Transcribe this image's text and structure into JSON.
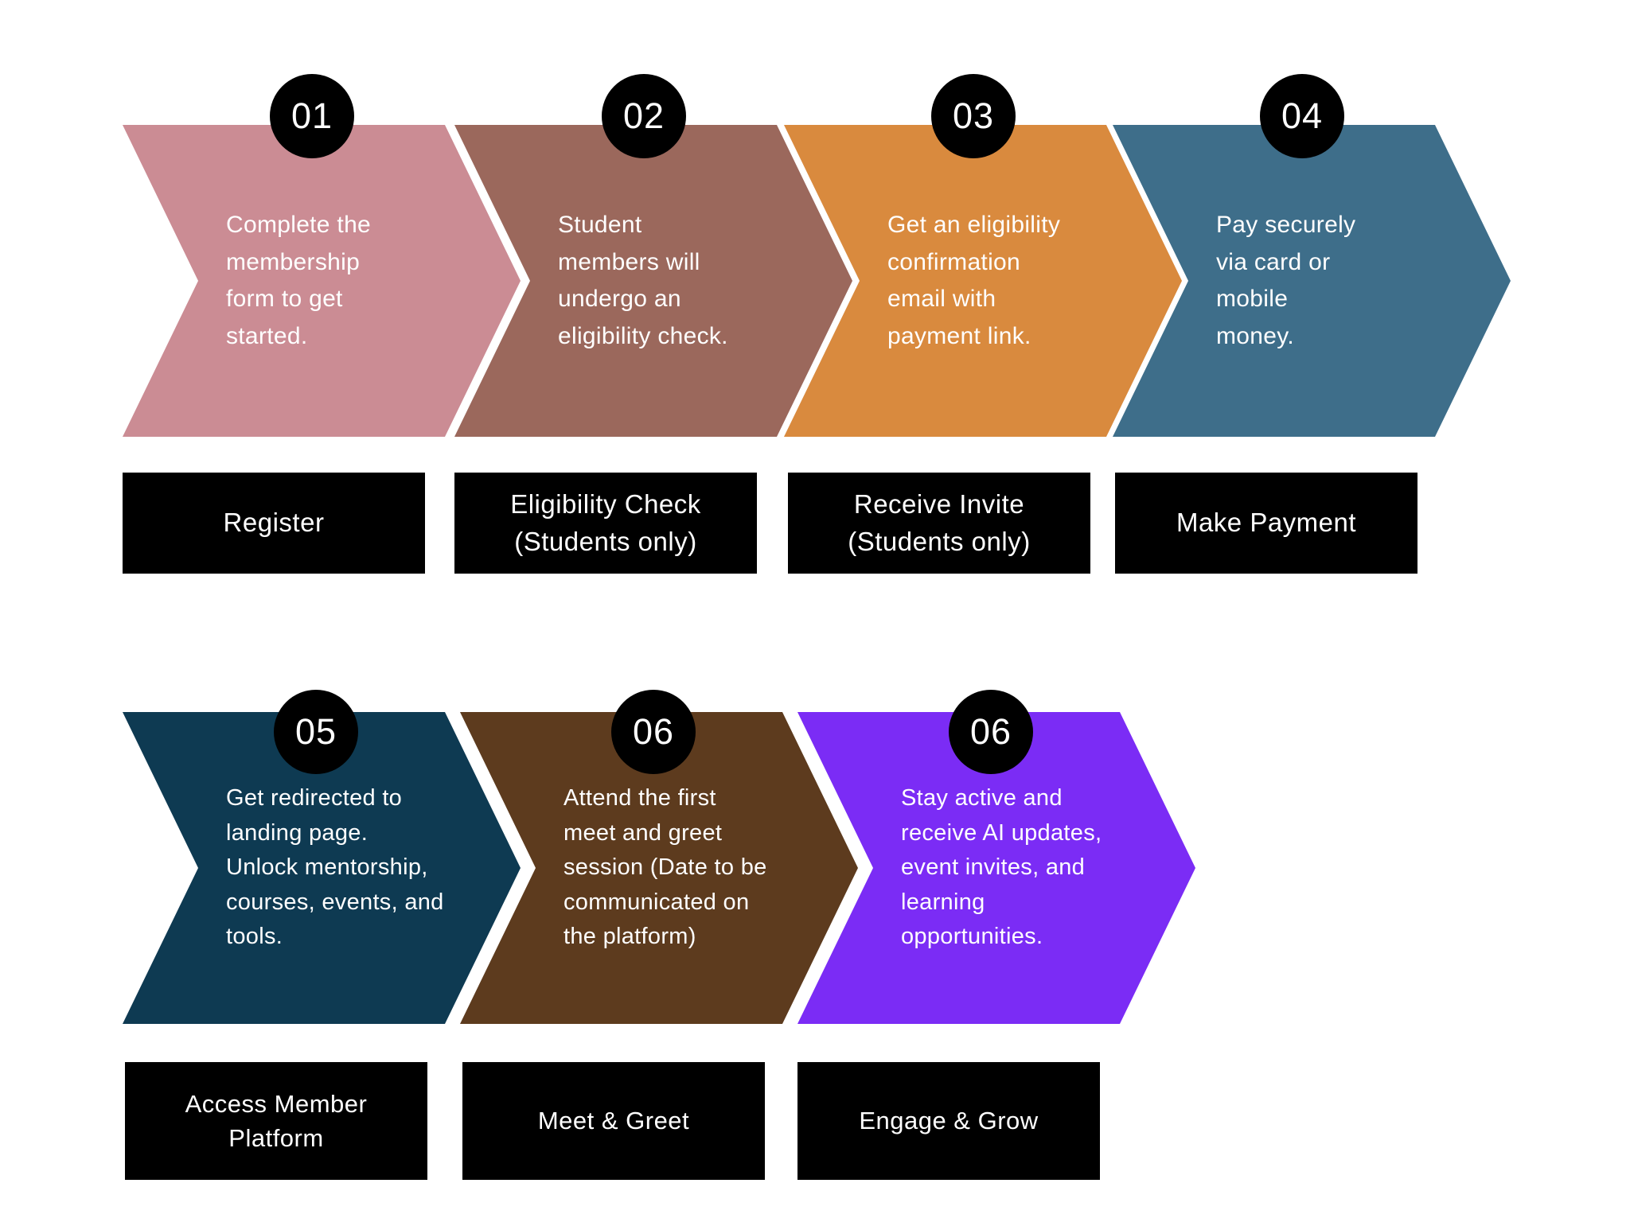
{
  "colors": {
    "background": "#ffffff",
    "badge_bg": "#000000",
    "badge_text": "#ffffff",
    "plate_bg": "#000000",
    "plate_text": "#ffffff"
  },
  "steps": [
    {
      "number": "01",
      "arrow_color": "#cb8c94",
      "description": "Complete the\nmembership\nform to get\nstarted.",
      "label": "Register"
    },
    {
      "number": "02",
      "arrow_color": "#9b685c",
      "description": "Student\nmembers will\nundergo an\neligibility check.",
      "label": "Eligibility Check (Students only)"
    },
    {
      "number": "03",
      "arrow_color": "#d98a3e",
      "description": "Get an eligibility\nconfirmation\nemail with\npayment link.",
      "label": "Receive Invite (Students only)"
    },
    {
      "number": "04",
      "arrow_color": "#3e6e8a",
      "description": "Pay securely\nvia card or\nmobile\nmoney.",
      "label": "Make Payment"
    },
    {
      "number": "05",
      "arrow_color": "#0e3a52",
      "description": "Get redirected to\nlanding page.\nUnlock mentorship,\ncourses, events, and\ntools.",
      "label": "Access Member Platform"
    },
    {
      "number": "06",
      "arrow_color": "#5d3b1e",
      "description": "Attend the first\nmeet and greet\nsession (Date to be\ncommunicated on\nthe platform)",
      "label": "Meet & Greet"
    },
    {
      "number": "06",
      "arrow_color": "#7b2cf5",
      "description": "Stay active and\nreceive AI updates,\nevent invites, and\nlearning\nopportunities.",
      "label": "Engage & Grow"
    }
  ]
}
